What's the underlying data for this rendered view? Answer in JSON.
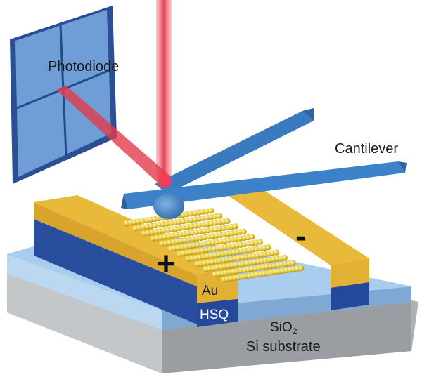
{
  "labels": {
    "photodiode": "Photodiode",
    "cantilever": "Cantilever",
    "au": "Au",
    "hsq": "HSQ",
    "sio2_main": "SiO",
    "sio2_sub": "2",
    "si_substrate": "Si substrate",
    "plus": "+",
    "minus": "-"
  },
  "colors": {
    "laser": "#e8505e",
    "gold": "#e9b93a",
    "hsq": "#24489a",
    "sio2": "#9ec3e6",
    "silicon": "#b5b8bc",
    "cantilever": "#3a7bc0",
    "photodiode": "#6f9ed6"
  }
}
